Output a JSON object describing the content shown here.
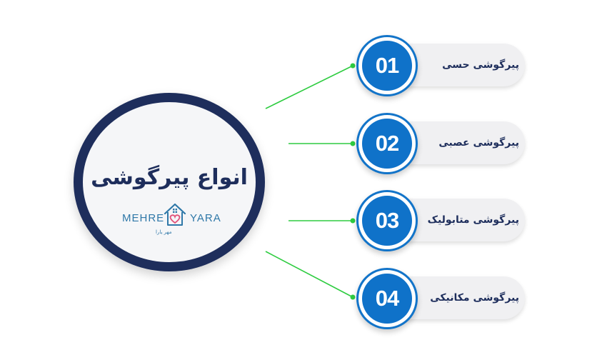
{
  "hub": {
    "title": "انواع پیرگوشی",
    "logo": {
      "left_text": "MEHRE",
      "right_text": "YARA",
      "sub_text": "مهر یارا"
    }
  },
  "items": [
    {
      "number": "01",
      "label": "پیرگوشی حسی"
    },
    {
      "number": "02",
      "label": "پیرگوشی عصبی"
    },
    {
      "number": "03",
      "label": "پیرگوشی متابولیک"
    },
    {
      "number": "04",
      "label": "پیرگوشی مکانیکی"
    }
  ],
  "colors": {
    "navy": "#1e2e5c",
    "badge_blue": "#0f72c9",
    "connector_green": "#2ecc40",
    "pill_bg": "#f0f0f2"
  }
}
